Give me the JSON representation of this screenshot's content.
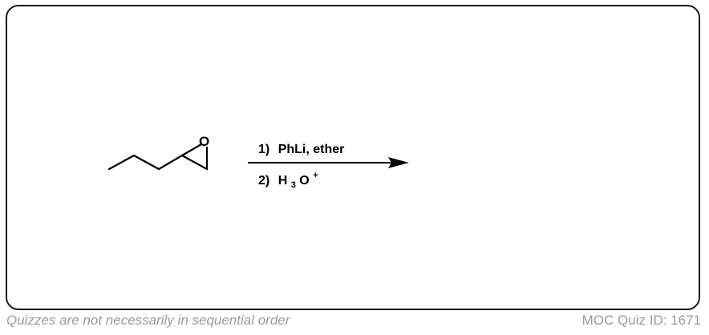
{
  "reaction": {
    "oxygen_label": "O",
    "step1_num": "1)",
    "step1_reagent": "PhLi, ether",
    "step2_num": "2)",
    "step2_h": "H",
    "step2_sub": "3",
    "step2_o": "O",
    "step2_sup": "+"
  },
  "footer": {
    "left_text": "Quizzes are not necessarily in sequential order",
    "right_text": "MOC Quiz ID: 1671"
  }
}
